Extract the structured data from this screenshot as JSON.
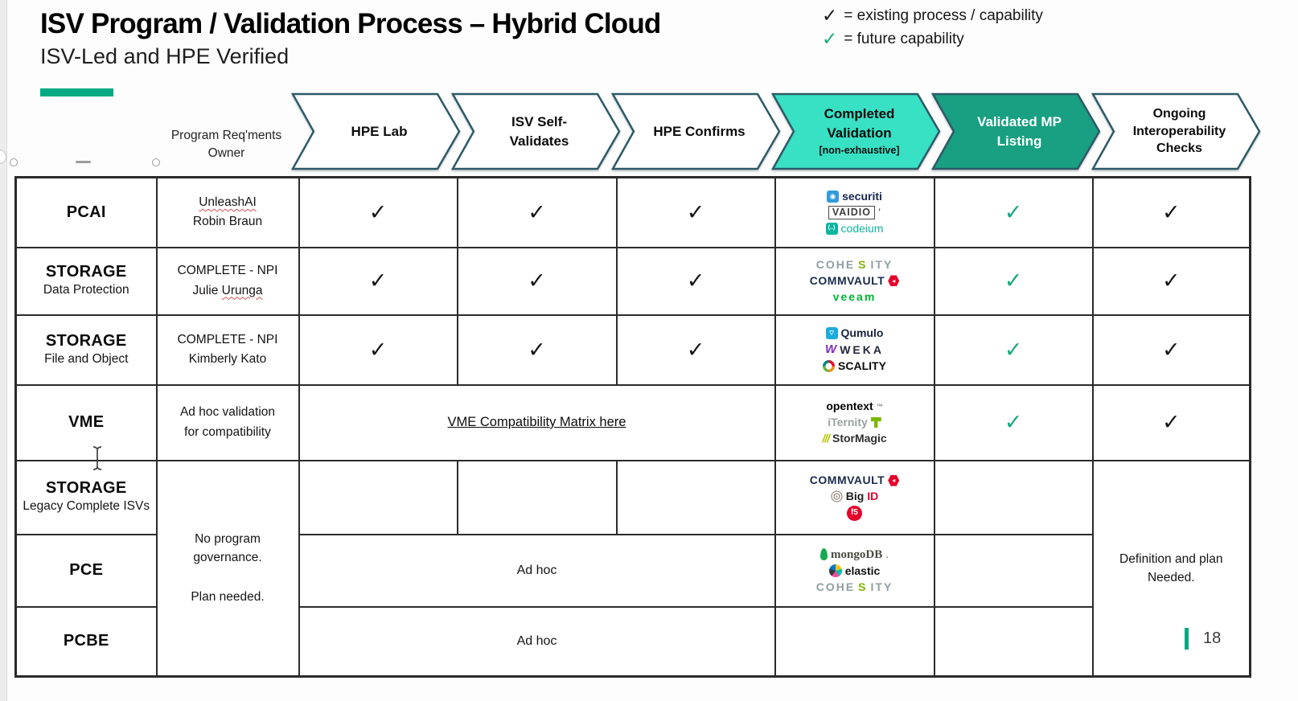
{
  "slide": {
    "title": "ISV Program / Validation Process – Hybrid Cloud",
    "subtitle": "ISV-Led and HPE Verified",
    "page_number": "18",
    "accent_color": "#01a982",
    "green_check_color": "#17a77e",
    "chevron_border_color": "#2d5a68"
  },
  "legend": {
    "existing": {
      "check": "✓",
      "text": "= existing process / capability"
    },
    "future": {
      "check": "✓",
      "text": "= future capability"
    }
  },
  "chevrons": [
    {
      "line1": "HPE Lab",
      "fill": "#ffffff"
    },
    {
      "line1": "ISV Self-",
      "line2": "Validates",
      "fill": "#ffffff"
    },
    {
      "line1": "HPE Confirms",
      "fill": "#ffffff"
    },
    {
      "line1": "Completed",
      "line2": "Validation",
      "sub": "[non-exhaustive]",
      "fill": "#38e0c4"
    },
    {
      "line1": "Validated MP",
      "line2": "Listing",
      "fill": "#199f81"
    },
    {
      "line1": "Ongoing",
      "line2": "Interoperability",
      "line3": "Checks",
      "fill": "#ffffff"
    }
  ],
  "table": {
    "owner_header_line1": "Program Req'ments",
    "owner_header_line2": "Owner",
    "check": "✓",
    "rows": {
      "pcai": {
        "title": "PCAI",
        "owner1": "UnleashAI",
        "owner2": "Robin Braun"
      },
      "storage_dp": {
        "title": "STORAGE",
        "sub": "Data Protection",
        "owner1": "COMPLETE - NPI",
        "owner2a": "Julie ",
        "owner2b": "Urunga"
      },
      "storage_fo": {
        "title": "STORAGE",
        "sub": "File and Object",
        "owner1": "COMPLETE - NPI",
        "owner2": "Kimberly Kato"
      },
      "vme": {
        "title": "VME",
        "owner1": "Ad hoc validation",
        "owner2": "for compatibility",
        "link": "VME Compatibility Matrix here"
      },
      "storage_legacy": {
        "title": "STORAGE",
        "sub": "Legacy Complete ISVs"
      },
      "pce": {
        "title": "PCE",
        "adhoc": "Ad hoc"
      },
      "pcbe": {
        "title": "PCBE",
        "adhoc": "Ad hoc"
      },
      "shared_owner_line1": "No program governance.",
      "shared_owner_line2": "Plan needed.",
      "ongoing_merged": "Definition and plan Needed."
    },
    "logos": {
      "pcai": [
        {
          "name": "securiti",
          "icon": "securiti-icon",
          "parts": [
            {
              "t": "securiti",
              "c": "#16254f",
              "w": "600"
            }
          ]
        },
        {
          "name": "vaidio",
          "parts": [
            {
              "t": "VAIDIO",
              "c": "#3d3d3d",
              "w": "700",
              "cls": "boxed",
              "ls": "1"
            },
            {
              "t": "’",
              "c": "#3d3d3d"
            }
          ]
        },
        {
          "name": "codeium",
          "icon": "codeium-icon",
          "parts": [
            {
              "t": "codeium",
              "c": "#0db3a1",
              "w": "500"
            }
          ]
        }
      ],
      "storage_dp": [
        {
          "name": "cohesity",
          "parts": [
            {
              "t": "COHE",
              "c": "#8f9ea0",
              "w": "600",
              "ls": "2"
            },
            {
              "t": "S",
              "c": "#7ab800",
              "w": "600",
              "ls": "2"
            },
            {
              "t": "ITY",
              "c": "#8f9ea0",
              "w": "600",
              "ls": "2"
            }
          ]
        },
        {
          "name": "commvault",
          "icon_after": "commvault-icon",
          "parts": [
            {
              "t": "COMMVAULT",
              "c": "#192c4d",
              "w": "800",
              "ls": "0.5"
            }
          ]
        },
        {
          "name": "veeam",
          "parts": [
            {
              "t": "veeam",
              "c": "#00b336",
              "w": "700",
              "ls": "2"
            }
          ]
        }
      ],
      "storage_fo": [
        {
          "name": "qumulo",
          "icon": "qumulo-icon",
          "parts": [
            {
              "t": "Qumulo",
              "c": "#15243c",
              "w": "800"
            }
          ]
        },
        {
          "name": "weka",
          "icon": "weka-icon",
          "parts": [
            {
              "t": "WEKA",
              "c": "#23263b",
              "w": "600",
              "ls": "3"
            }
          ]
        },
        {
          "name": "scality",
          "icon": "scality-icon",
          "parts": [
            {
              "t": "SCALITY",
              "c": "#0c0c0c",
              "w": "800"
            }
          ]
        }
      ],
      "vme": [
        {
          "name": "opentext",
          "parts": [
            {
              "t": "opentext",
              "c": "#000000",
              "w": "800"
            },
            {
              "t": "™",
              "c": "#555555",
              "cls": "small"
            }
          ]
        },
        {
          "name": "iternity",
          "icon_after": "iternity-icon",
          "parts": [
            {
              "t": "iTernity",
              "c": "#9aa0a0",
              "w": "600"
            }
          ]
        },
        {
          "name": "stormagic",
          "icon": "stormagic-icon",
          "parts": [
            {
              "t": "StorMagic",
              "c": "#2e2e2e",
              "w": "700"
            }
          ]
        }
      ],
      "storage_legacy": [
        {
          "name": "commvault",
          "icon_after": "commvault-icon",
          "parts": [
            {
              "t": "COMMVAULT",
              "c": "#192c4d",
              "w": "800",
              "ls": "0.5"
            }
          ]
        },
        {
          "name": "bigid",
          "icon": "bigid-icon",
          "parts": [
            {
              "t": "Big",
              "c": "#1c1c1c",
              "w": "700"
            },
            {
              "t": "ID",
              "c": "#e4002b",
              "w": "700"
            }
          ]
        },
        {
          "name": "f5",
          "icon": "f5-icon",
          "parts": []
        }
      ],
      "pce": [
        {
          "name": "mongodb",
          "icon": "mongodb-icon",
          "parts": [
            {
              "t": "mongoDB",
              "c": "#4a4a42",
              "w": "700",
              "cls": "serif"
            },
            {
              "t": ".",
              "c": "#8a8a82",
              "cls": "serif"
            }
          ]
        },
        {
          "name": "elastic",
          "icon": "elastic-icon",
          "parts": [
            {
              "t": "elastic",
              "c": "#111111",
              "w": "600"
            }
          ]
        },
        {
          "name": "cohesity",
          "parts": [
            {
              "t": "COHE",
              "c": "#8f9ea0",
              "w": "600",
              "ls": "2"
            },
            {
              "t": "S",
              "c": "#7ab800",
              "w": "600",
              "ls": "2"
            },
            {
              "t": "ITY",
              "c": "#8f9ea0",
              "w": "600",
              "ls": "2"
            }
          ]
        }
      ]
    }
  }
}
